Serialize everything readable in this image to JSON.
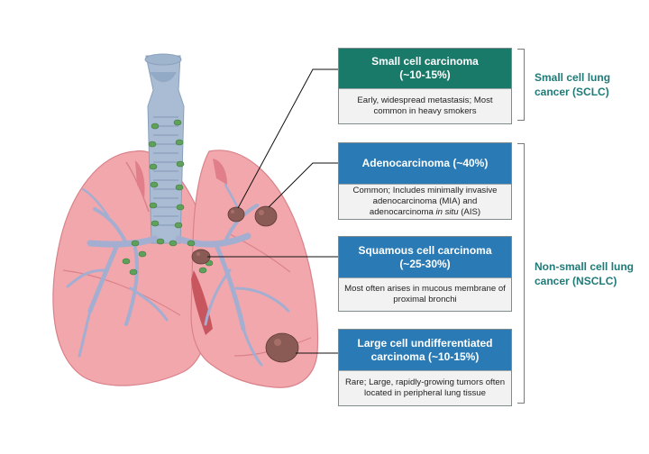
{
  "colors": {
    "sclc_header": "#1a7a6a",
    "nsclc_header": "#2a7bb5",
    "group_label": "#1f7a78",
    "lung": "#f2a7ad",
    "trachea": "#a9bcd3",
    "lymph_node": "#5fa05a",
    "tumor": "#8a5a55"
  },
  "cards": [
    {
      "id": "small-cell",
      "title": "Small cell carcinoma\n(~10-15%)",
      "description": [
        "Early, widespread metastasis; Most",
        "common in heavy smokers"
      ]
    },
    {
      "id": "adeno",
      "title": "Adenocarcinoma (~40%)",
      "description": [
        "Common; Includes minimally invasive",
        "adenocarcinoma (MIA) and"
      ],
      "description_prefix": "adenocarcinoma ",
      "description_italic": "in situ",
      "description_suffix": " (AIS)"
    },
    {
      "id": "squamous",
      "title": "Squamous cell carcinoma\n(~25-30%)",
      "description": [
        "Most often arises in mucous",
        "membrane of proximal bronchi"
      ]
    },
    {
      "id": "large-cell",
      "title": "Large cell undifferentiated\ncarcinoma (~10-15%)",
      "description": [
        "Rare; Large, rapidly-growing tumors",
        "often located in peripheral lung tissue"
      ]
    }
  ],
  "groups": {
    "sclc": "Small cell lung\ncancer (SCLC)",
    "nsclc": "Non-small cell lung\ncancer (NSCLC)"
  }
}
